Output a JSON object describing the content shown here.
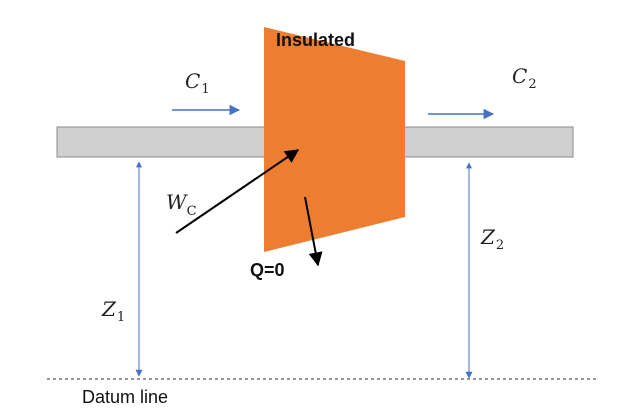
{
  "labels": {
    "insulated": "Insulated",
    "c1_main": "C",
    "c1_sub": "1",
    "c2_main": "C",
    "c2_sub": "2",
    "wc_main": "W",
    "wc_sub": "C",
    "q": "Q=0",
    "z1_main": "Z",
    "z1_sub": "1",
    "z2_main": "Z",
    "z2_sub": "2",
    "datum": "Datum line"
  },
  "colors": {
    "compressor": "#ED7D31",
    "pipe_fill": "#D0D0D0",
    "pipe_stroke": "#8A8A8A",
    "flow_arrow": "#4472C4",
    "work_arrow": "#000000",
    "datum_line": "#333333"
  }
}
